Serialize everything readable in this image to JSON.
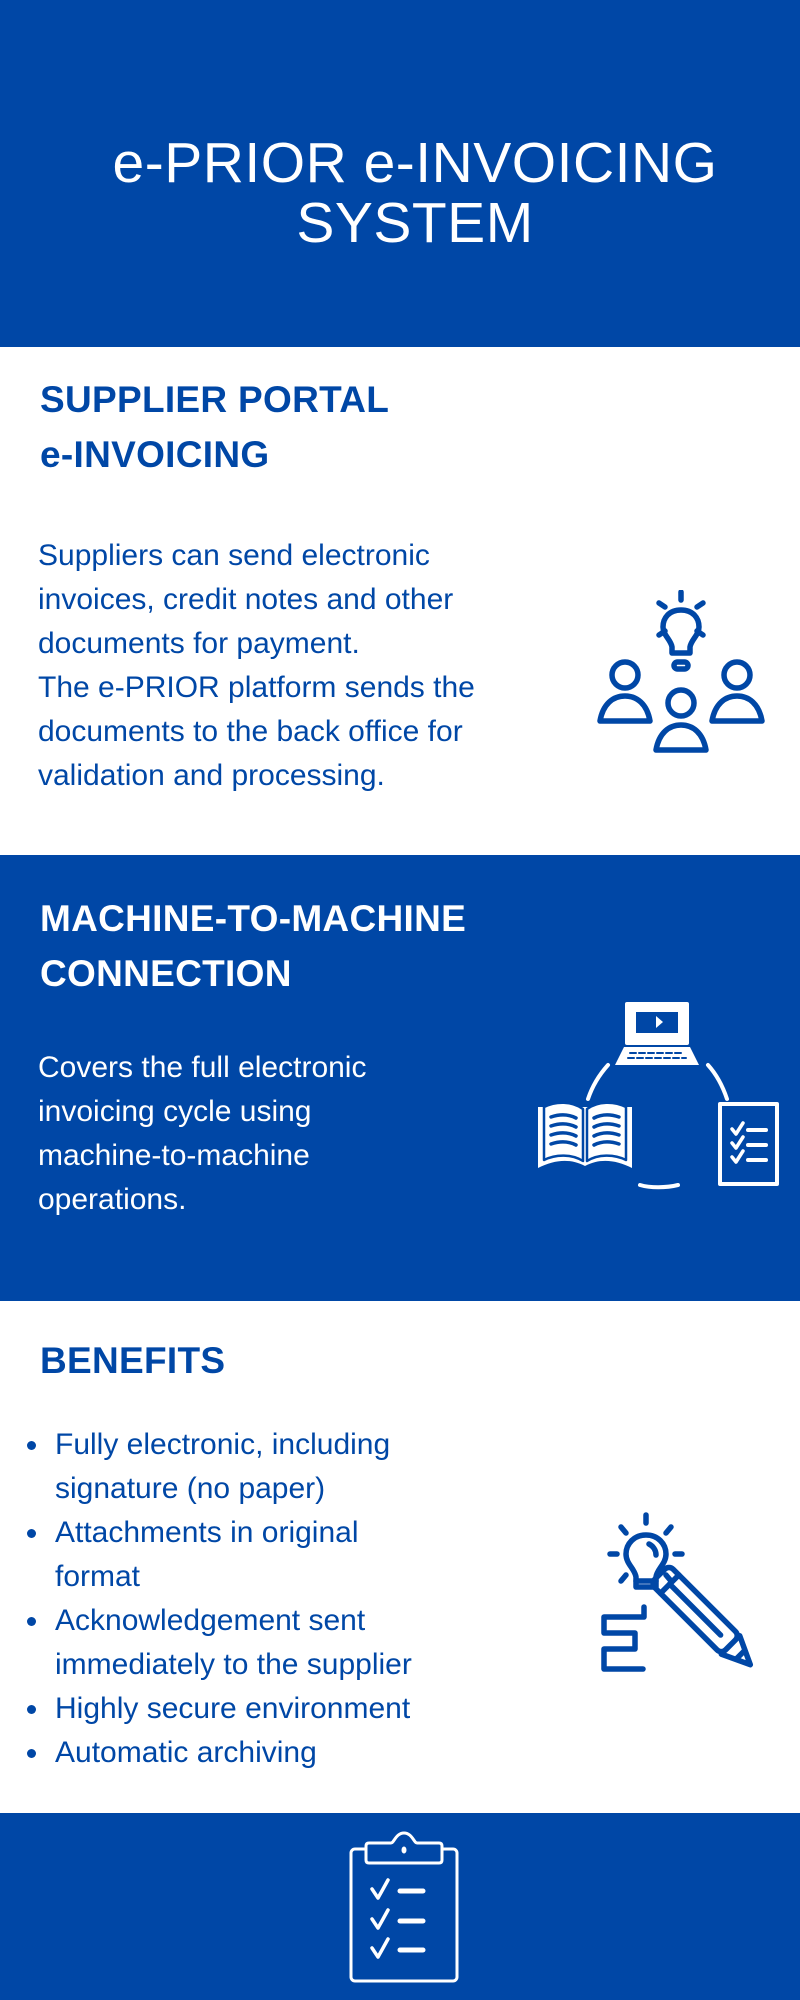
{
  "header": {
    "title_line1": "e-PRIOR e-INVOICING",
    "title_line2": "SYSTEM"
  },
  "supplier_portal": {
    "heading_line1": "SUPPLIER PORTAL",
    "heading_line2": "e-INVOICING",
    "body_lines": [
      "Suppliers can send electronic",
      "invoices, credit notes and other",
      "documents for payment.",
      "The e-PRIOR platform sends the",
      "documents to the back office for",
      "validation and processing."
    ],
    "icon": "team-ideas-icon"
  },
  "machine_to_machine": {
    "heading_line1": "MACHINE-TO-MACHINE",
    "heading_line2": "CONNECTION",
    "body_lines": [
      "Covers the full electronic",
      "invoicing cycle using",
      "machine-to-machine",
      "operations."
    ],
    "icon": "laptop-book-checklist-cycle-icon"
  },
  "benefits": {
    "heading": "BENEFITS",
    "items": [
      {
        "lines": [
          "Fully electronic, including",
          "signature (no paper)"
        ]
      },
      {
        "lines": [
          "Attachments in original",
          "format"
        ]
      },
      {
        "lines": [
          "Acknowledgement sent",
          "immediately to the supplier"
        ]
      },
      {
        "lines": [
          "Highly secure environment"
        ]
      },
      {
        "lines": [
          "Automatic archiving"
        ]
      }
    ],
    "icon": "lightbulb-pencil-icon"
  },
  "footer": {
    "icon": "clipboard-checklist-icon"
  },
  "colors": {
    "brand_blue": "#0047a6",
    "white": "#ffffff"
  }
}
